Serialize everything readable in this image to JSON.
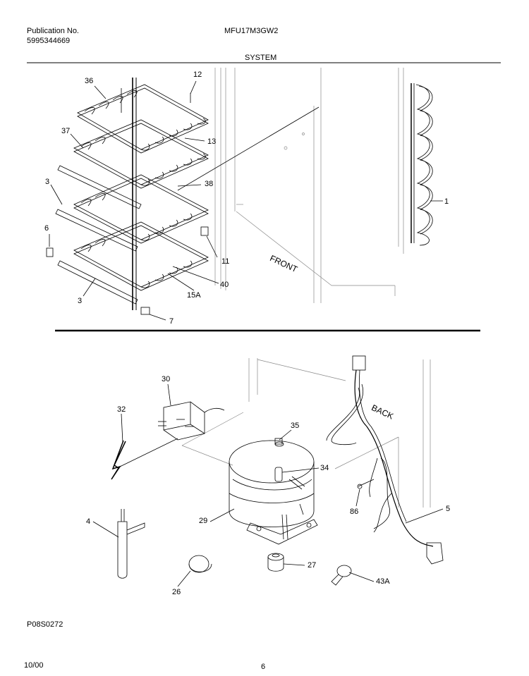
{
  "header": {
    "pub_label": "Publication No.",
    "pub_number": "5995344669",
    "model": "MFU17M3GW2",
    "section": "SYSTEM"
  },
  "footer": {
    "drawing_id": "P08S0272",
    "date": "10/00",
    "page": "6"
  },
  "diagram_text": {
    "front": "FRONT",
    "back": "BACK"
  },
  "callouts": [
    "36",
    "12",
    "37",
    "13",
    "3",
    "38",
    "1",
    "6",
    "11",
    "40",
    "15A",
    "3",
    "7",
    "30",
    "32",
    "35",
    "34",
    "4",
    "29",
    "86",
    "5",
    "27",
    "43A",
    "26"
  ]
}
